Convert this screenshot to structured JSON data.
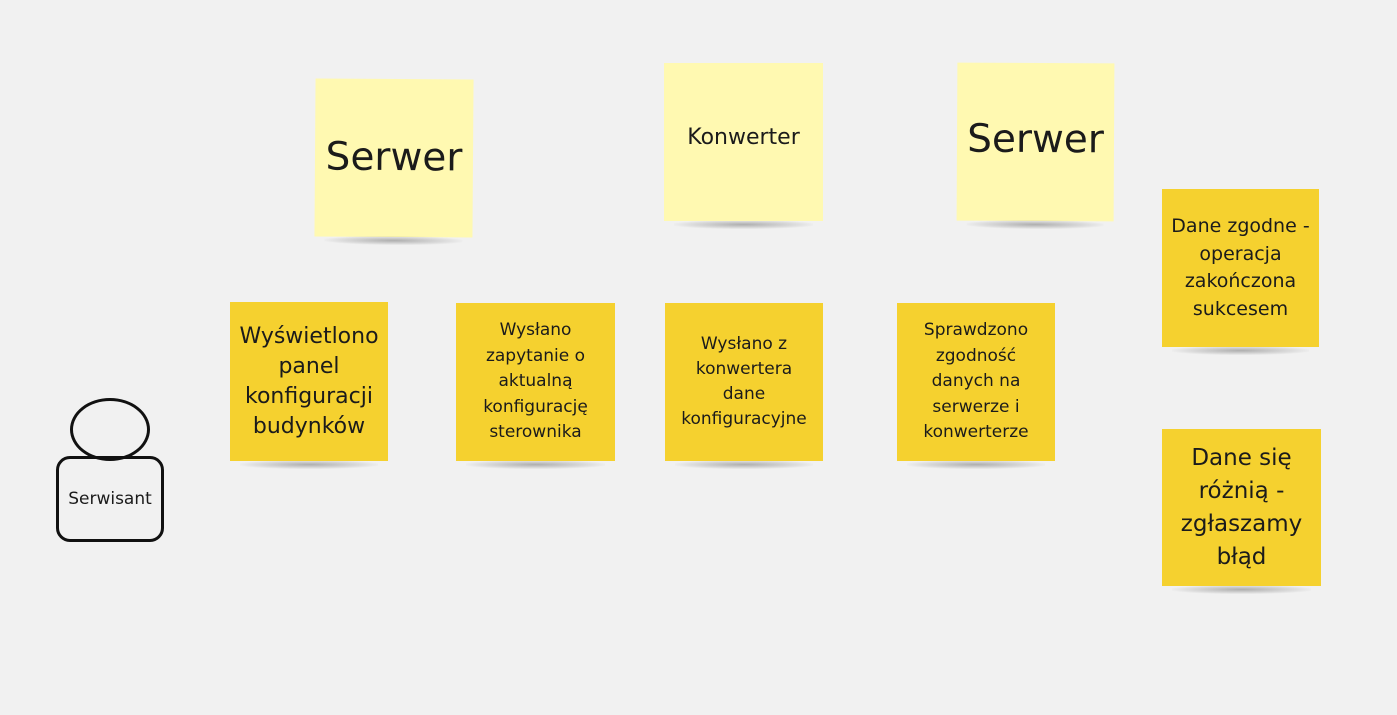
{
  "board": {
    "notes": [
      {
        "id": "serwer-1",
        "text": "Serwer",
        "color": "#fff9b1"
      },
      {
        "id": "konwerter",
        "text": "Konwerter",
        "color": "#fff9b1"
      },
      {
        "id": "serwer-2",
        "text": "Serwer",
        "color": "#fff9b1"
      },
      {
        "id": "wyswietlono",
        "text": "Wyświetlono panel konfiguracji budynków",
        "color": "#f5d12f"
      },
      {
        "id": "wyslano-zapytanie",
        "text": "Wysłano zapytanie  o aktualną konfigurację sterownika",
        "color": "#f5d12f"
      },
      {
        "id": "wyslano-z-konwertera",
        "text": "Wysłano z konwertera dane konfiguracyjne",
        "color": "#f5d12f"
      },
      {
        "id": "sprawdzono",
        "text": "Sprawdzono zgodność danych na serwerze i konwerterze",
        "color": "#f5d12f"
      },
      {
        "id": "dane-zgodne",
        "text": "Dane zgodne - operacja zakończona sukcesem",
        "color": "#f5d12f"
      },
      {
        "id": "dane-roznia",
        "text": "Dane się różnią - zgłaszamy błąd",
        "color": "#f5d12f"
      }
    ],
    "actor": {
      "label": "Serwisant"
    }
  }
}
